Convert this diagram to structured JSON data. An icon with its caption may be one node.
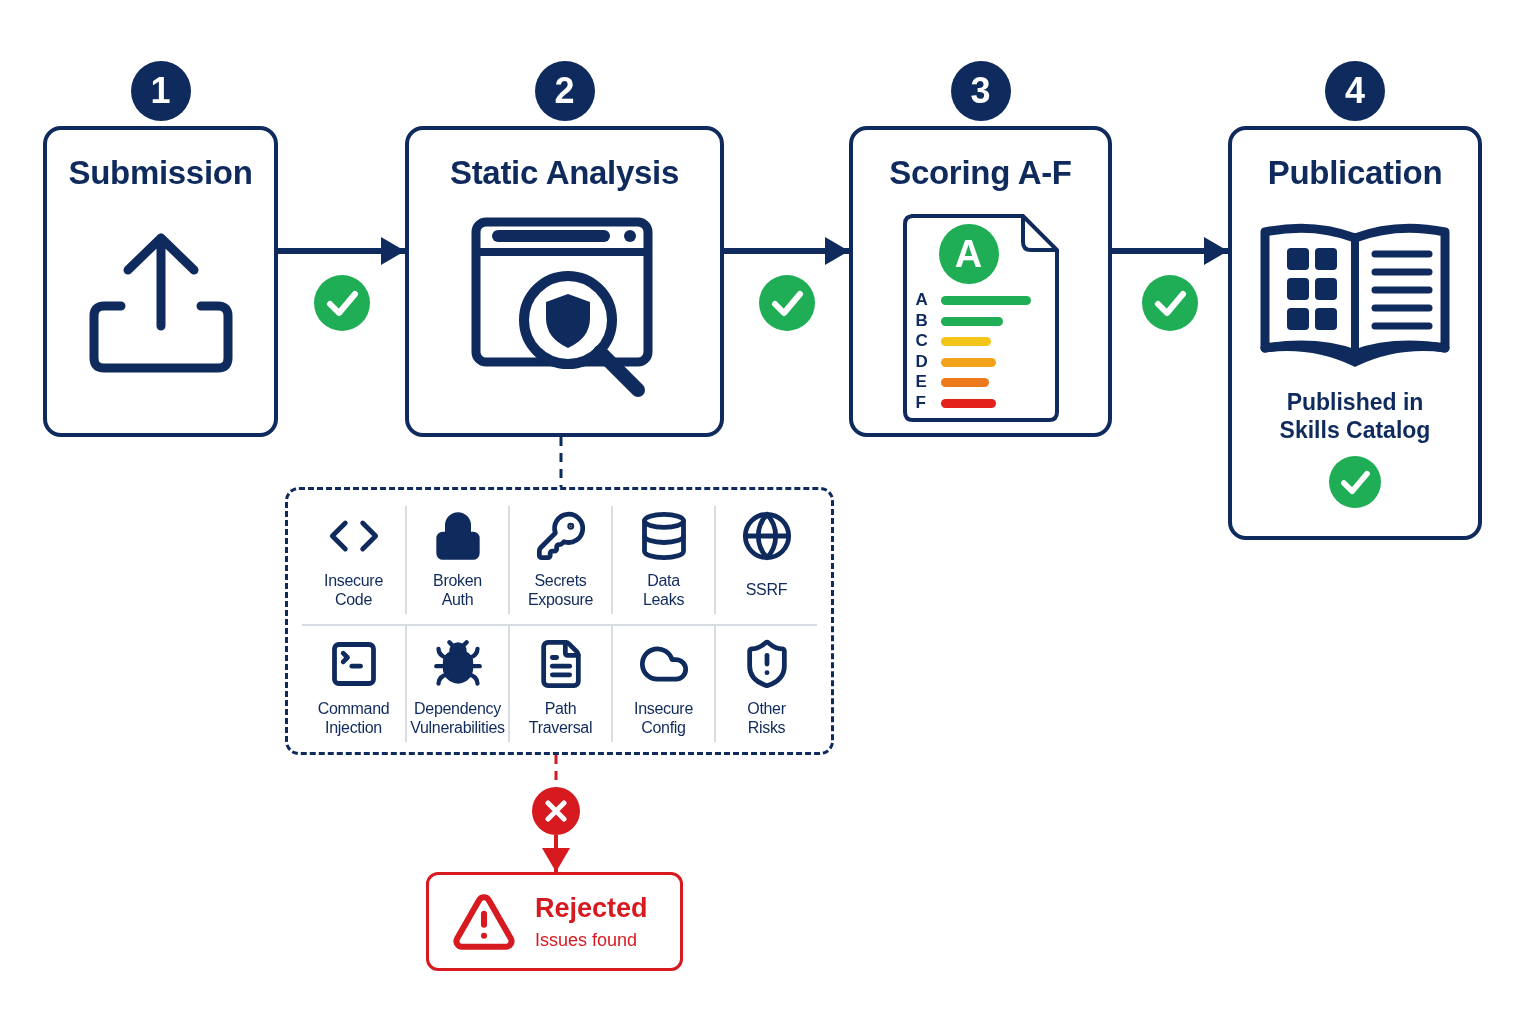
{
  "diagram": {
    "nodes": [
      {
        "text": [
          "Submission"
        ],
        "beside": [
          "1"
        ]
      },
      {
        "text": [
          "Static Analysis"
        ],
        "beside": [
          "2"
        ]
      },
      {
        "text": [
          "Scoring A-F"
        ],
        "beside": [
          "3"
        ]
      },
      {
        "text": [
          "Publication",
          "Published in Skills Catalog"
        ],
        "beside": [
          "4"
        ]
      },
      {
        "text": [
          "Insecure Code",
          "Broken Auth",
          "Secrets Exposure",
          "Data Leaks",
          "SSRF",
          "Command Injection",
          "Dependency Vulnerabilities",
          "Path Traversal",
          "Insecure Config",
          "Other Risks"
        ]
      },
      {
        "text": [],
        "shape": "circle"
      },
      {
        "text": [
          "Rejected",
          "Issues found"
        ]
      }
    ],
    "edges": [
      {
        "from": 0,
        "to": 1,
        "arrow": "to"
      },
      {
        "from": 1,
        "to": 2,
        "arrow": "to"
      },
      {
        "from": 2,
        "to": 3,
        "arrow": "to"
      },
      {
        "from": 1,
        "to": 4,
        "arrow": "none",
        "style": "dashed"
      },
      {
        "from": 4,
        "to": 5,
        "arrow": "none",
        "style": "dashed",
        "color": "#d71920"
      },
      {
        "from": 5,
        "to": 6,
        "arrow": "to",
        "color": "#d71920"
      }
    ],
    "labels": [
      "A",
      "A",
      "B",
      "C",
      "D",
      "E",
      "F"
    ]
  }
}
